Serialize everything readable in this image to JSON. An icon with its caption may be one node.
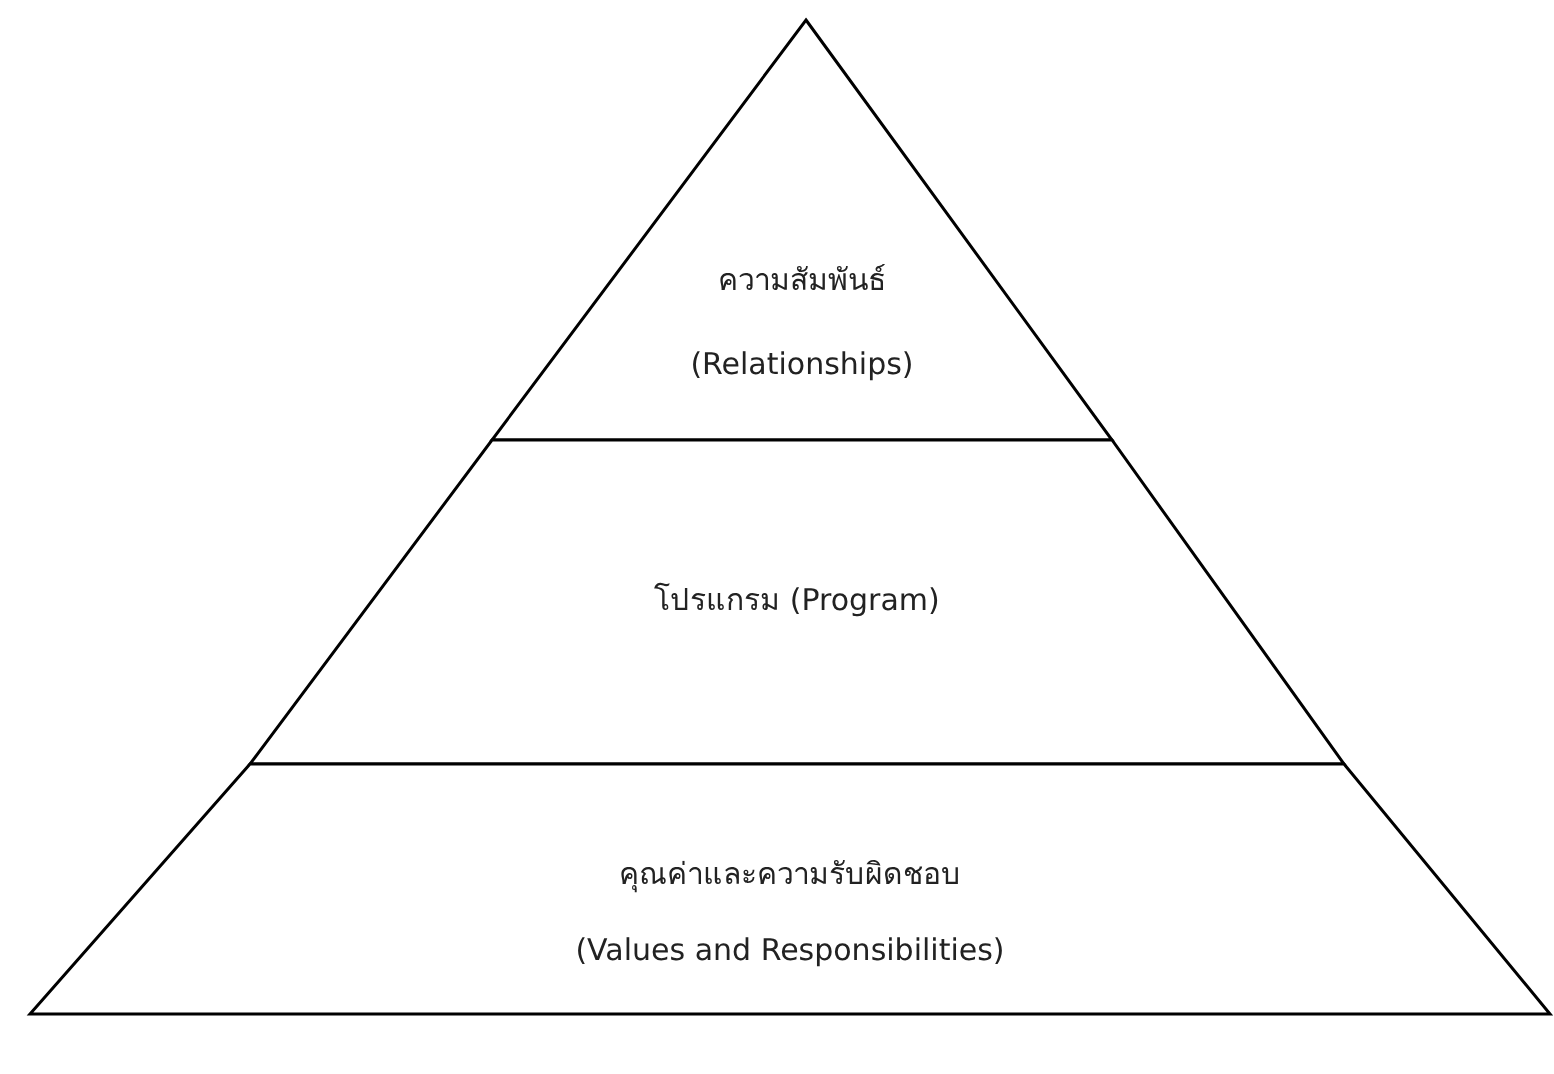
{
  "diagram": {
    "nodes": [
      {
        "text": [
          "ความสัมพันธ์",
          "(Relationships)"
        ]
      },
      {
        "text": [
          "โปรแกรม (Program)"
        ]
      },
      {
        "text": [
          "คุณค่าและความรับผิดชอบ",
          "(Values and Responsibilities)"
        ]
      }
    ]
  }
}
